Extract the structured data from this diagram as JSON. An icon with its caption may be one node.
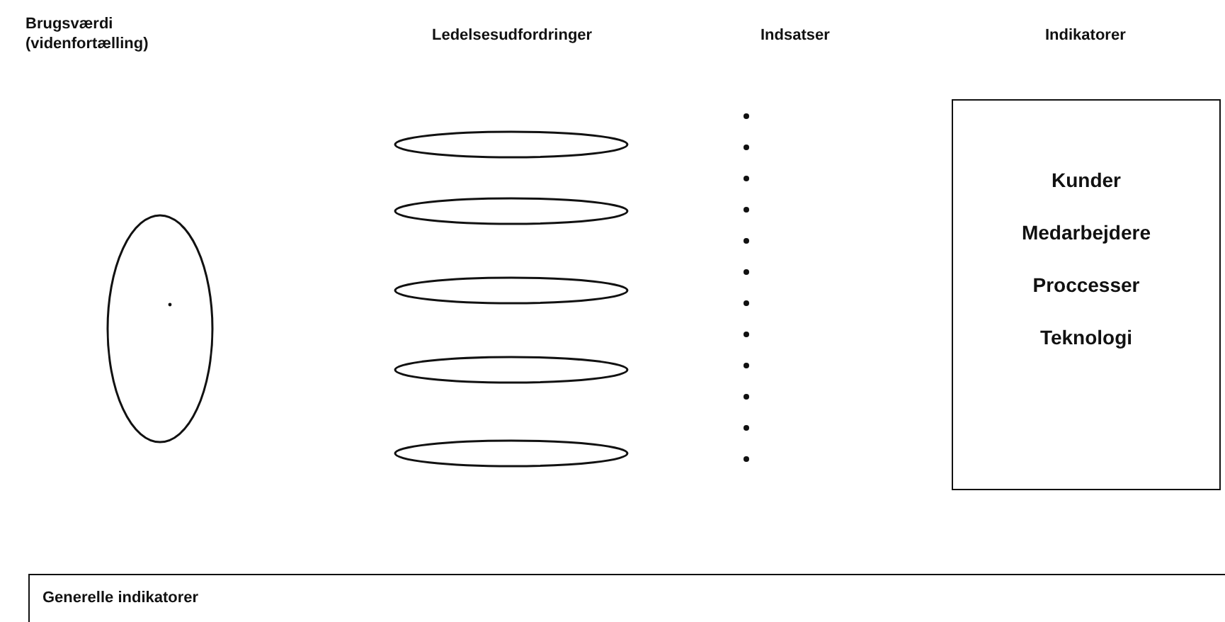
{
  "diagram": {
    "nodes": [
      {
        "text": [],
        "shape": "ellipse"
      },
      {
        "text": [],
        "shape": "ellipse"
      },
      {
        "text": [],
        "shape": "ellipse"
      },
      {
        "text": [],
        "shape": "ellipse"
      },
      {
        "text": [],
        "shape": "ellipse"
      },
      {
        "text": [],
        "shape": "ellipse"
      },
      {
        "text": [
          "Kunder",
          "Medarbejdere",
          "Proccesser",
          "Teknologi"
        ]
      },
      {
        "text": [
          "Generelle indikatorer"
        ]
      }
    ],
    "edges": [],
    "labels": [
      "Brugsværdi (videnfortælling)",
      "Ledelsesudfordringer",
      "Indsatser",
      "Indikatorer"
    ]
  }
}
